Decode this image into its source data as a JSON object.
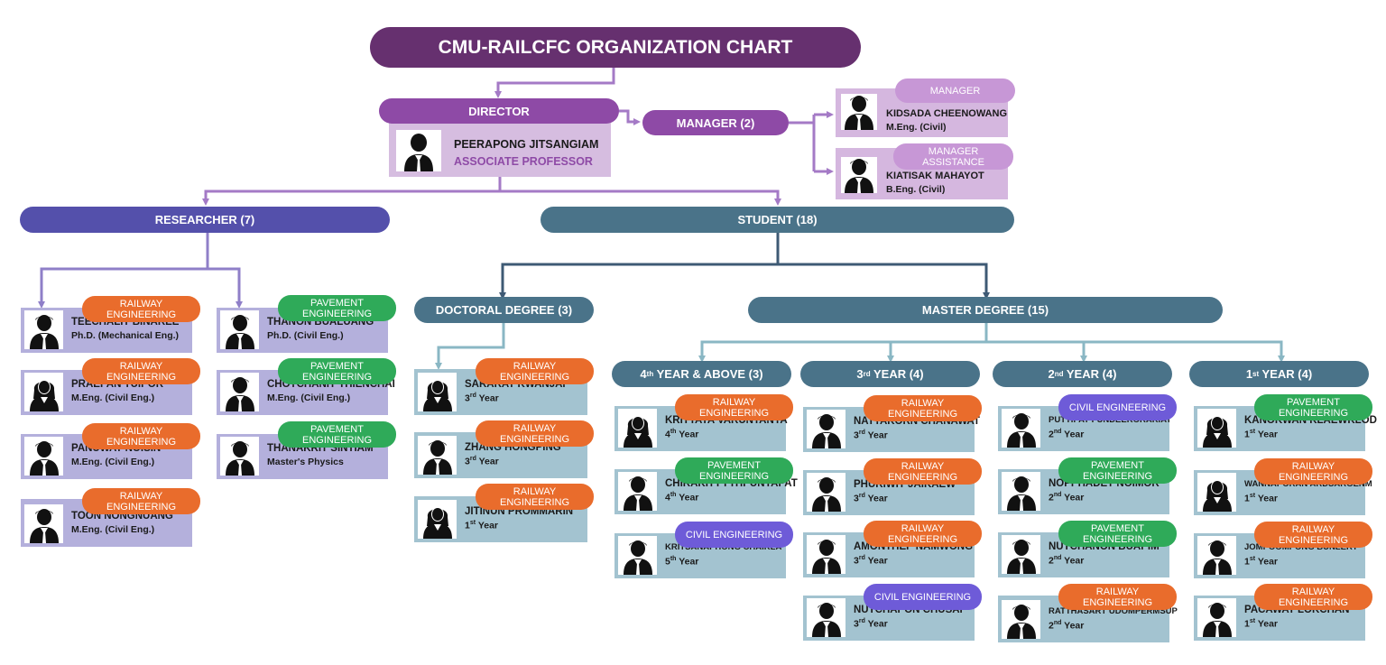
{
  "title": "CMU-RAILCFC ORGANIZATION CHART",
  "director": {
    "label": "DIRECTOR",
    "name": "PEERAPONG JITSANGIAM",
    "position": "ASSOCIATE PROFESSOR"
  },
  "manager_group": {
    "label": "MANAGER (2)"
  },
  "managers": [
    {
      "role": "MANAGER",
      "name": "KIDSADA CHEENOWANG",
      "detail": "M.Eng.  (Civil)"
    },
    {
      "role": "MANAGER ASSISTANCE",
      "name": "KIATISAK MAHAYOT",
      "detail": "B.Eng. (Civil)"
    }
  ],
  "researcher_group": {
    "label": "RESEARCHER (7)"
  },
  "researchers": [
    {
      "tag": "RAILWAY ENGINEERING",
      "field": "rail",
      "name": "TEECHALIT BINAREE",
      "detail": "Ph.D. (Mechanical Eng.)",
      "gender": "m"
    },
    {
      "tag": "RAILWAY ENGINEERING",
      "field": "rail",
      "name": "PRAEPAN TUIPOR",
      "detail": "M.Eng. (Civil Eng.)",
      "gender": "f"
    },
    {
      "tag": "RAILWAY ENGINEERING",
      "field": "rail",
      "name": "PANUWAT NOISIN",
      "detail": "M.Eng. (Civil Eng.)",
      "gender": "m"
    },
    {
      "tag": "RAILWAY ENGINEERING",
      "field": "rail",
      "name": "TOON NONGNUANG",
      "detail": "M.Eng. (Civil Eng.)",
      "gender": "m"
    },
    {
      "tag": "PAVEMENT ENGINEERING",
      "field": "pave",
      "name": "THANON BUALUANG",
      "detail": "Ph.D. (Civil Eng.)",
      "gender": "m"
    },
    {
      "tag": "PAVEMENT ENGINEERING",
      "field": "pave",
      "name": "CHOTCHANIT THIENCHAI",
      "detail": "M.Eng. (Civil Eng.)",
      "gender": "m"
    },
    {
      "tag": "PAVEMENT ENGINEERING",
      "field": "pave",
      "name": "THANAKRIT SINTIAM",
      "detail": "Master's Physics",
      "gender": "m"
    }
  ],
  "student_group": {
    "label": "STUDENT (18)"
  },
  "doctoral": {
    "label": "DOCTORAL DEGREE (3)",
    "students": [
      {
        "tag": "RAILWAY ENGINEERING",
        "field": "rail",
        "name": "SARARAT KWANJAI",
        "year_num": "3",
        "year_sup": "rd",
        "year_txt": "Year",
        "gender": "f"
      },
      {
        "tag": "RAILWAY ENGINEERING",
        "field": "rail",
        "name": "ZHANG HONGPING",
        "year_num": "3",
        "year_sup": "rd",
        "year_txt": "Year",
        "gender": "m"
      },
      {
        "tag": "RAILWAY ENGINEERING",
        "field": "rail",
        "name": "JITINUN PROMMARIN",
        "year_num": "1",
        "year_sup": "st",
        "year_txt": "Year",
        "gender": "f"
      }
    ]
  },
  "master": {
    "label": "MASTER DEGREE (15)",
    "columns": [
      {
        "label_num": "4",
        "label_sup": "th",
        "label_rest": " YEAR & ABOVE (3)",
        "students": [
          {
            "tag": "RAILWAY ENGINEERING",
            "field": "rail",
            "name": "KRITTAYA VARUNTANYA",
            "year_num": "4",
            "year_sup": "th",
            "year_txt": "Year",
            "gender": "f"
          },
          {
            "tag": "PAVEMENT ENGINEERING",
            "field": "pave",
            "name": "CHIRAKITT PITIPUNYAPAT",
            "year_num": "4",
            "year_sup": "th",
            "year_txt": "Year",
            "gender": "m"
          },
          {
            "tag": "CIVIL ENGINEERING",
            "field": "civil",
            "name": "KRITSANAPHONG CHAIKLA",
            "year_num": "5",
            "year_sup": "th",
            "year_txt": "Year",
            "gender": "m",
            "small": true
          }
        ]
      },
      {
        "label_num": "3",
        "label_sup": "rd",
        "label_rest": " YEAR (4)",
        "students": [
          {
            "tag": "RAILWAY ENGINEERING",
            "field": "rail",
            "name": "NATTAKORN CHANAWAT",
            "year_num": "3",
            "year_sup": "rd",
            "year_txt": "Year",
            "gender": "m"
          },
          {
            "tag": "RAILWAY ENGINEERING",
            "field": "rail",
            "name": "PHURIWIT JAIKAEW",
            "year_num": "3",
            "year_sup": "rd",
            "year_txt": "Year",
            "gender": "m"
          },
          {
            "tag": "RAILWAY ENGINEERING",
            "field": "rail",
            "name": "AMONTHEP NAMWONG",
            "year_num": "3",
            "year_sup": "rd",
            "year_txt": "Year",
            "gender": "m"
          },
          {
            "tag": "CIVIL ENGINEERING",
            "field": "civil",
            "name": "NUTCHAPON CHUSAI",
            "year_num": "3",
            "year_sup": "rd",
            "year_txt": "Year",
            "gender": "m"
          }
        ]
      },
      {
        "label_num": "2",
        "label_sup": "nd",
        "label_rest": " YEAR (4)",
        "students": [
          {
            "tag": "CIVIL ENGINEERING",
            "field": "civil",
            "name": "PUTTIPAT FUNDEEKORAKIAT",
            "year_num": "2",
            "year_sup": "nd",
            "year_txt": "Year",
            "gender": "m",
            "small": true
          },
          {
            "tag": "PAVEMENT ENGINEERING",
            "field": "pave",
            "name": "NOPPHADET NOIMOR",
            "year_num": "2",
            "year_sup": "nd",
            "year_txt": "Year",
            "gender": "m"
          },
          {
            "tag": "PAVEMENT ENGINEERING",
            "field": "pave",
            "name": "NUTCHANON BUAPIM",
            "year_num": "2",
            "year_sup": "nd",
            "year_txt": "Year",
            "gender": "m"
          },
          {
            "tag": "RAILWAY ENGINEERING",
            "field": "rail",
            "name": "RATTHASART UDOMPERMSUP",
            "year_num": "2",
            "year_sup": "nd",
            "year_txt": "Year",
            "gender": "m",
            "small": true
          }
        ]
      },
      {
        "label_num": "1",
        "label_sup": "st",
        "label_rest": " YEAR (4)",
        "students": [
          {
            "tag": "PAVEMENT ENGINEERING",
            "field": "pave",
            "name": "KANOKWAN KLAEWKLOD",
            "year_num": "1",
            "year_sup": "st",
            "year_txt": "Year",
            "gender": "f"
          },
          {
            "tag": "RAILWAY ENGINEERING",
            "field": "rail",
            "name": "WANNAPORAN ARDSARGENM",
            "year_num": "1",
            "year_sup": "st",
            "year_txt": "Year",
            "gender": "f",
            "small": true
          },
          {
            "tag": "RAILWAY ENGINEERING",
            "field": "rail",
            "name": "JOMPOOMPONG BUNLERT",
            "year_num": "1",
            "year_sup": "st",
            "year_txt": "Year",
            "gender": "m",
            "small": true
          },
          {
            "tag": "RAILWAY ENGINEERING",
            "field": "rail",
            "name": "PACAWAT LOKCHAN",
            "year_num": "1",
            "year_sup": "st",
            "year_txt": "Year",
            "gender": "m"
          }
        ]
      }
    ]
  },
  "colors": {
    "title": "#66306f",
    "director_header": "#8e4aa6",
    "manager_pill": "#8e4aa6",
    "researcher": "#5450ab",
    "student": "#4a7389",
    "railway": "#e96c2c",
    "pavement": "#2faa59",
    "civil": "#6e5bd8"
  },
  "icons": {
    "person": "person-silhouette-icon"
  }
}
